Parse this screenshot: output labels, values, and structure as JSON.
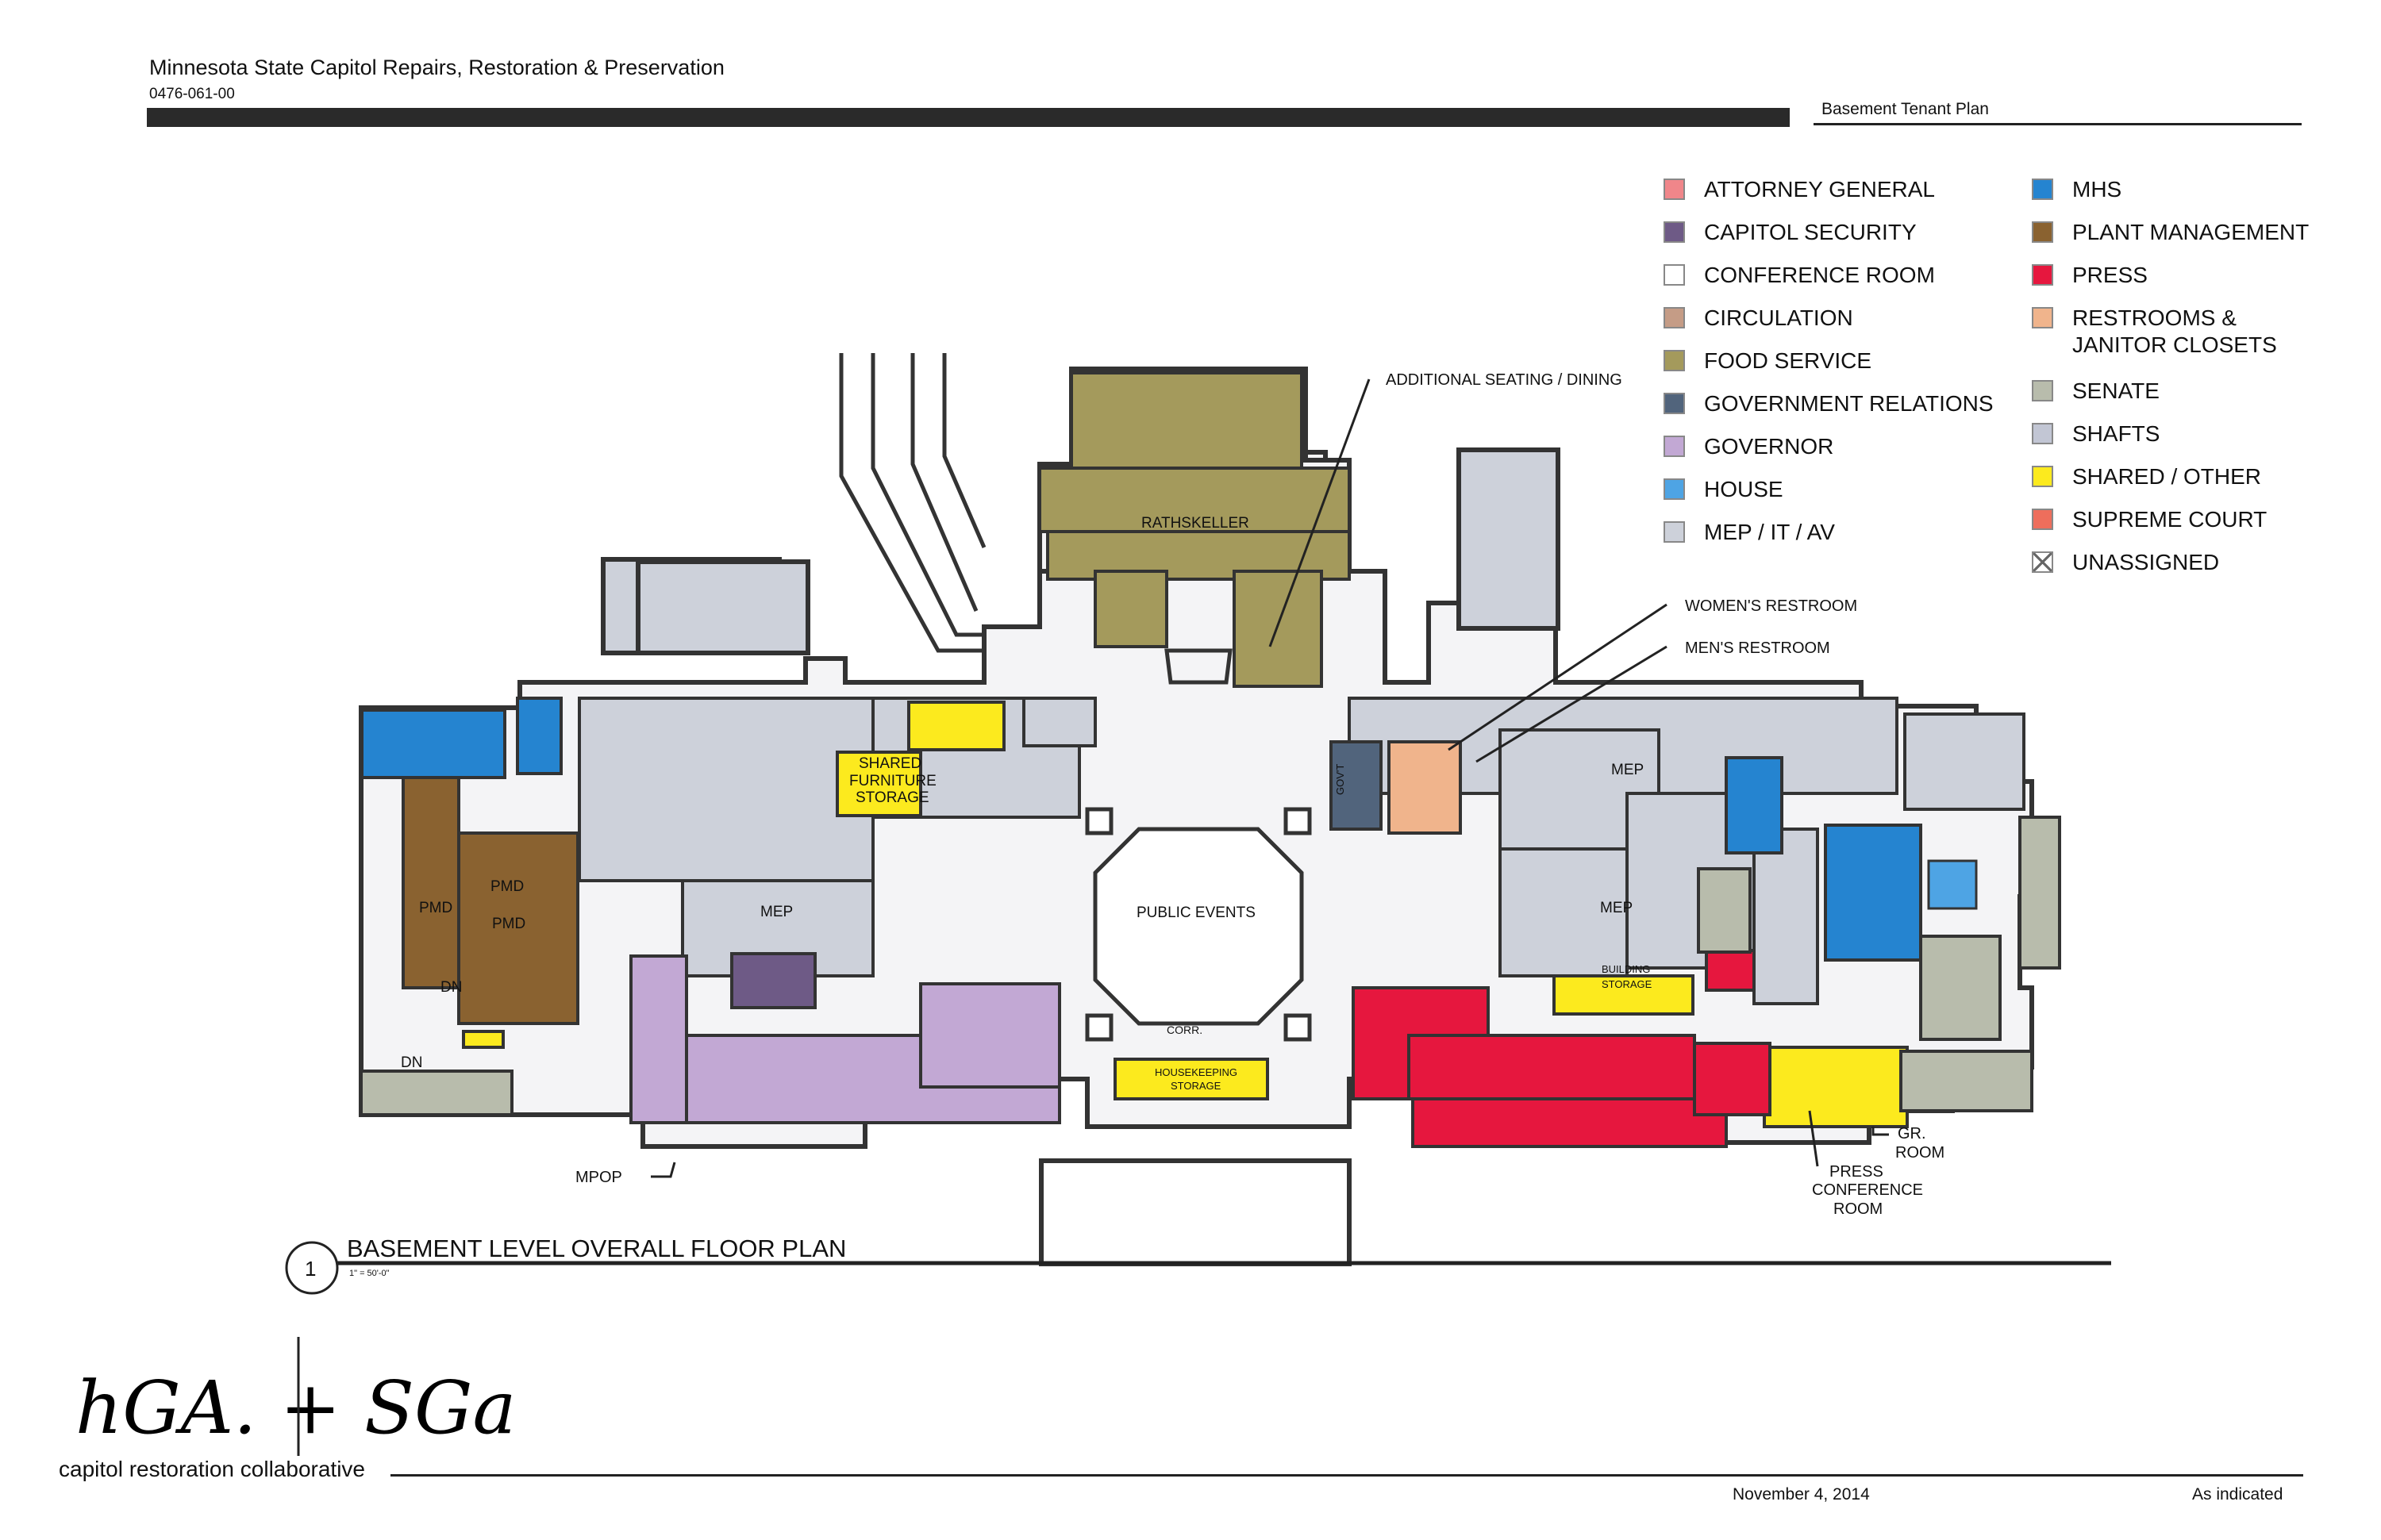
{
  "header": {
    "project_title": "Minnesota State Capitol Repairs, Restoration & Preservation",
    "project_number": "0476-061-00",
    "sheet_title": "Basement Tenant Plan"
  },
  "legend": {
    "items": [
      {
        "label": "ATTORNEY GENERAL",
        "color": "#f0868a"
      },
      {
        "label": "CAPITOL SECURITY",
        "color": "#6e5a86"
      },
      {
        "label": "CONFERENCE ROOM",
        "color": "#ffffff"
      },
      {
        "label": "CIRCULATION",
        "color": "#c59c86"
      },
      {
        "label": "FOOD SERVICE",
        "color": "#a49a5c"
      },
      {
        "label": "GOVERNMENT RELATIONS",
        "color": "#51647c"
      },
      {
        "label": "GOVERNOR",
        "color": "#c2a8d4"
      },
      {
        "label": "HOUSE",
        "color": "#4ea4e4"
      },
      {
        "label": "MEP / IT / AV",
        "color": "#cdd1da"
      },
      {
        "label": "MHS",
        "color": "#2584d0"
      },
      {
        "label": "PLANT MANAGEMENT",
        "color": "#8a6230"
      },
      {
        "label": "PRESS",
        "color": "#e6173e"
      },
      {
        "label": "RESTROOMS & JANITOR CLOSETS",
        "color": "#f0b48c"
      },
      {
        "label": "SENATE",
        "color": "#b8bcac"
      },
      {
        "label": "SHAFTS",
        "color": "#c2c6d4"
      },
      {
        "label": "SHARED / OTHER",
        "color": "#fcea1e"
      },
      {
        "label": "SUPREME COURT",
        "color": "#ee6e5c"
      },
      {
        "label": "UNASSIGNED",
        "color": "#ffffff"
      }
    ]
  },
  "plan": {
    "callouts": {
      "additional_seating": "ADDITIONAL SEATING / DINING",
      "womens_restroom": "WOMEN'S RESTROOM",
      "mens_restroom": "MEN'S RESTROOM",
      "mpop": "MPOP",
      "gr_room_1": "GR.",
      "gr_room_2": "ROOM",
      "press_conf_1": "PRESS",
      "press_conf_2": "CONFERENCE",
      "press_conf_3": "ROOM"
    },
    "rooms": {
      "rathskeller": "RATHSKELLER",
      "shared_furniture_1": "SHARED",
      "shared_furniture_2": "FURNITURE",
      "shared_furniture_3": "STORAGE",
      "public_events": "PUBLIC EVENTS",
      "mep_left": "MEP",
      "mep_right_top": "MEP",
      "mep_right": "MEP",
      "pmd_1": "PMD",
      "pmd_2": "PMD",
      "pmd_3": "PMD",
      "dn_1": "DN",
      "dn_2": "DN",
      "corr": "CORR.",
      "housekeeping_1": "HOUSEKEEPING",
      "housekeeping_2": "STORAGE",
      "building_1": "BUILDING",
      "building_2": "STORAGE",
      "govt_relations": "GOV'T"
    },
    "title_number": "1",
    "title": "BASEMENT LEVEL OVERALL FLOOR PLAN",
    "scale_note": "1\" = 50'-0\""
  },
  "footer": {
    "logo_letters": "hGA. + SGa",
    "collaborative": "capitol restoration collaborative",
    "date": "November 4, 2014",
    "scale": "As indicated"
  }
}
